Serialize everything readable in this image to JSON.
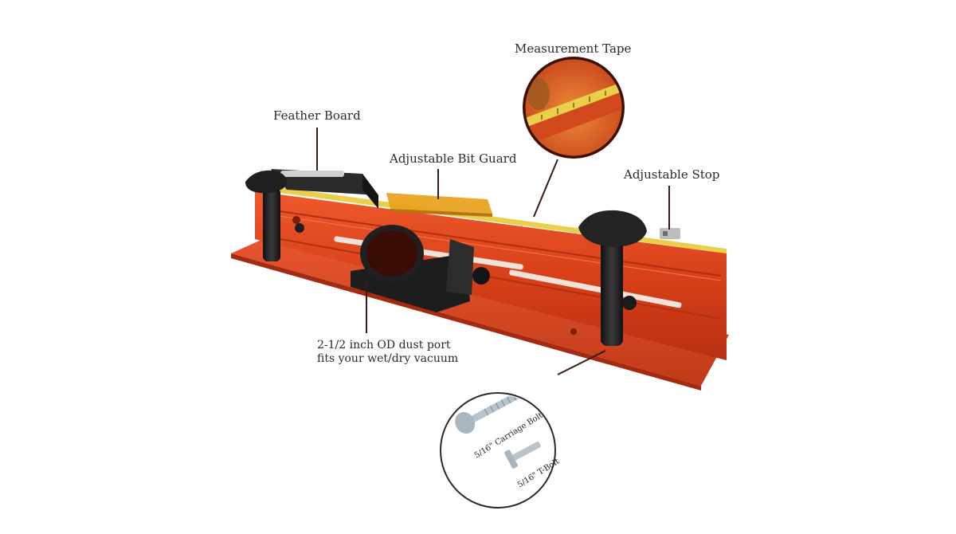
{
  "callouts": {
    "measurement_tape": "Measurement Tape",
    "feather_board": "Feather Board",
    "adjustable_bit_guard": "Adjustable Bit Guard",
    "adjustable_stop": "Adjustable Stop",
    "dust_port_line1": "2-1/2 inch OD dust port",
    "dust_port_line2": "fits your wet/dry vacuum"
  },
  "bolt_inset": {
    "carriage_bolt": "5/16\" Carriage Bolt",
    "t_bolt": "5/16\" T-Bolt"
  },
  "colors": {
    "fence_orange": "#d9441e",
    "guard_amber": "#e8a21a",
    "knob_black": "#1f1f1f",
    "leader_line": "#3a1a12",
    "tape_yellow": "#e9cf4a"
  }
}
